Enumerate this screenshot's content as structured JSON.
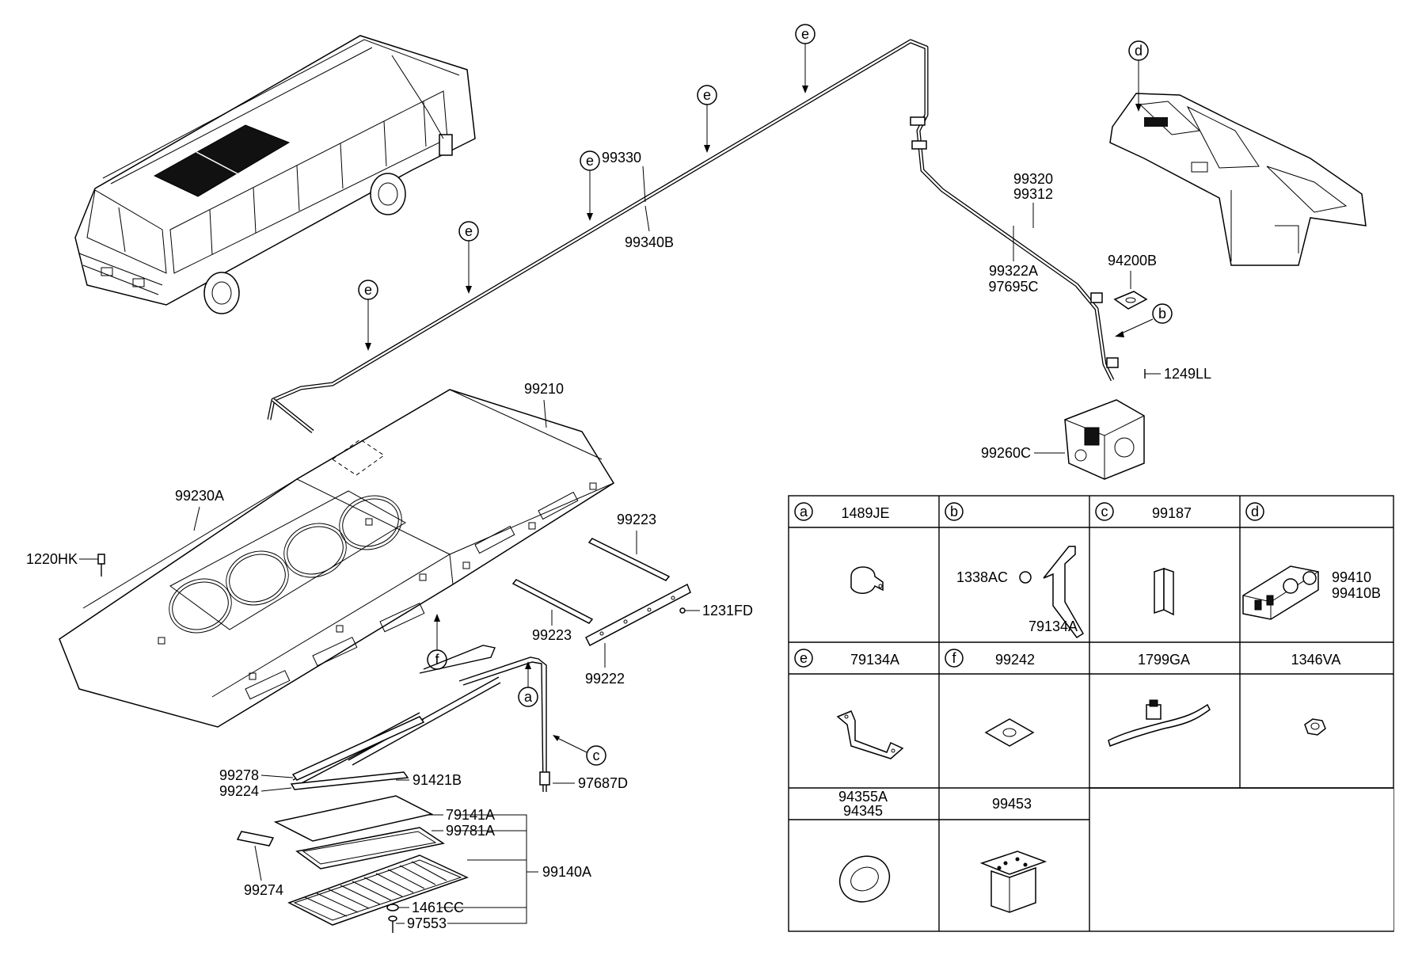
{
  "parts": {
    "p99330": "99330",
    "p99340B": "99340B",
    "p99320": "99320",
    "p99312": "99312",
    "p99322A": "99322A",
    "p97695C": "97695C",
    "p94200B": "94200B",
    "p1249LL": "1249LL",
    "p99260C": "99260C",
    "p99210": "99210",
    "p99230A": "99230A",
    "p1220HK": "1220HK",
    "p99223a": "99223",
    "p99223b": "99223",
    "p1231FD": "1231FD",
    "p99222": "99222",
    "p99278": "99278",
    "p99224": "99224",
    "p91421B": "91421B",
    "p79141A": "79141A",
    "p99781A": "99781A",
    "p99140A": "99140A",
    "p99274": "99274",
    "p1461CC": "1461CC",
    "p97553": "97553",
    "p97687D": "97687D"
  },
  "callouts": {
    "e": "e",
    "d": "d",
    "b": "b",
    "a": "a",
    "c": "c",
    "f": "f"
  },
  "legend": {
    "cells": [
      {
        "letter": "a",
        "code": "1489JE"
      },
      {
        "letter": "b",
        "code": "",
        "sub1": "1338AC",
        "sub2": "79134A"
      },
      {
        "letter": "c",
        "code": "99187"
      },
      {
        "letter": "d",
        "code": "",
        "sub1": "99410",
        "sub2": "99410B"
      },
      {
        "letter": "e",
        "code": "79134A"
      },
      {
        "letter": "f",
        "code": "99242"
      },
      {
        "letter": "",
        "code": "1799GA"
      },
      {
        "letter": "",
        "code": "1346VA"
      },
      {
        "letter": "",
        "code": "94355A",
        "code2": "94345"
      },
      {
        "letter": "",
        "code": "99453"
      }
    ]
  }
}
